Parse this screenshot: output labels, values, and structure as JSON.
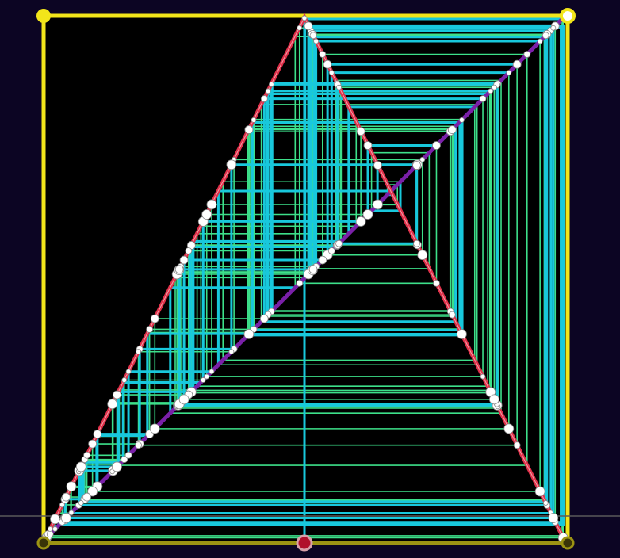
{
  "colors": {
    "background": "#0c0523",
    "plot_area": "#000000",
    "frame": "#f2e51a",
    "frame_bottom": "#9c9313",
    "tent_map": "#e0304a",
    "tent_map_inner": "#f0a0a8",
    "diagonal": "#7a20a8",
    "cobweb_bright": "#18c8dc",
    "cobweb_faint": "#3de08a",
    "points": "#ffffff",
    "slider_handle": "#b0102a",
    "scrub_line": "#5a5a5a"
  },
  "icons": {
    "frame_corner_handle": "yellow-circle-handle",
    "start_value_handle": "red-circle-handle",
    "orbit_point": "white-circle-dot"
  },
  "diagram": {
    "type": "cobweb plot of a tent map",
    "peak_x": 0.5,
    "peak_y": 1.0,
    "start_x": 0.5,
    "domain": [
      0,
      1
    ],
    "range": [
      0,
      1
    ]
  }
}
